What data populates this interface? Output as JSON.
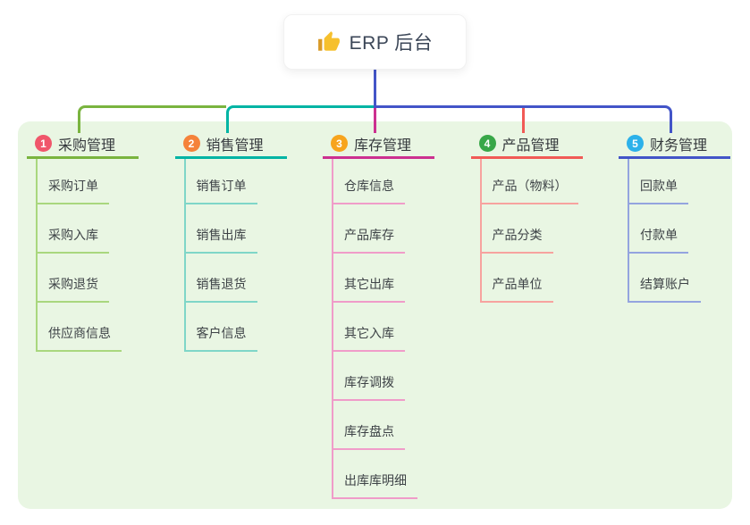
{
  "root": {
    "title": "ERP 后台",
    "icon": "thumbs-up-icon",
    "icon_color": "#f6c02d",
    "line_color": "#4355c8",
    "text_color": "#3b4657"
  },
  "panel": {
    "background": "#e9f6e3"
  },
  "branches": [
    {
      "badge": "1",
      "badge_color": "#f0566b",
      "title": "采购管理",
      "line_color": "#7ab43f",
      "child_line_color": "#a9d77e",
      "children": [
        "采购订单",
        "采购入库",
        "采购退货",
        "供应商信息"
      ]
    },
    {
      "badge": "2",
      "badge_color": "#f5823a",
      "title": "销售管理",
      "line_color": "#00b4a4",
      "child_line_color": "#7fd6c8",
      "children": [
        "销售订单",
        "销售出库",
        "销售退货",
        "客户信息"
      ]
    },
    {
      "badge": "3",
      "badge_color": "#f7a41d",
      "title": "库存管理",
      "line_color": "#cc3090",
      "child_line_color": "#f09cc9",
      "children": [
        "仓库信息",
        "产品库存",
        "其它出库",
        "其它入库",
        "库存调拨",
        "库存盘点",
        "出库库明细"
      ]
    },
    {
      "badge": "4",
      "badge_color": "#38a748",
      "title": "产品管理",
      "line_color": "#f15a56",
      "child_line_color": "#f7a39f",
      "children": [
        "产品（物料）",
        "产品分类",
        "产品单位"
      ]
    },
    {
      "badge": "5",
      "badge_color": "#2cb1ea",
      "title": "财务管理",
      "line_color": "#4355c8",
      "child_line_color": "#94a4df",
      "children": [
        "回款单",
        "付款单",
        "结算账户"
      ]
    }
  ]
}
